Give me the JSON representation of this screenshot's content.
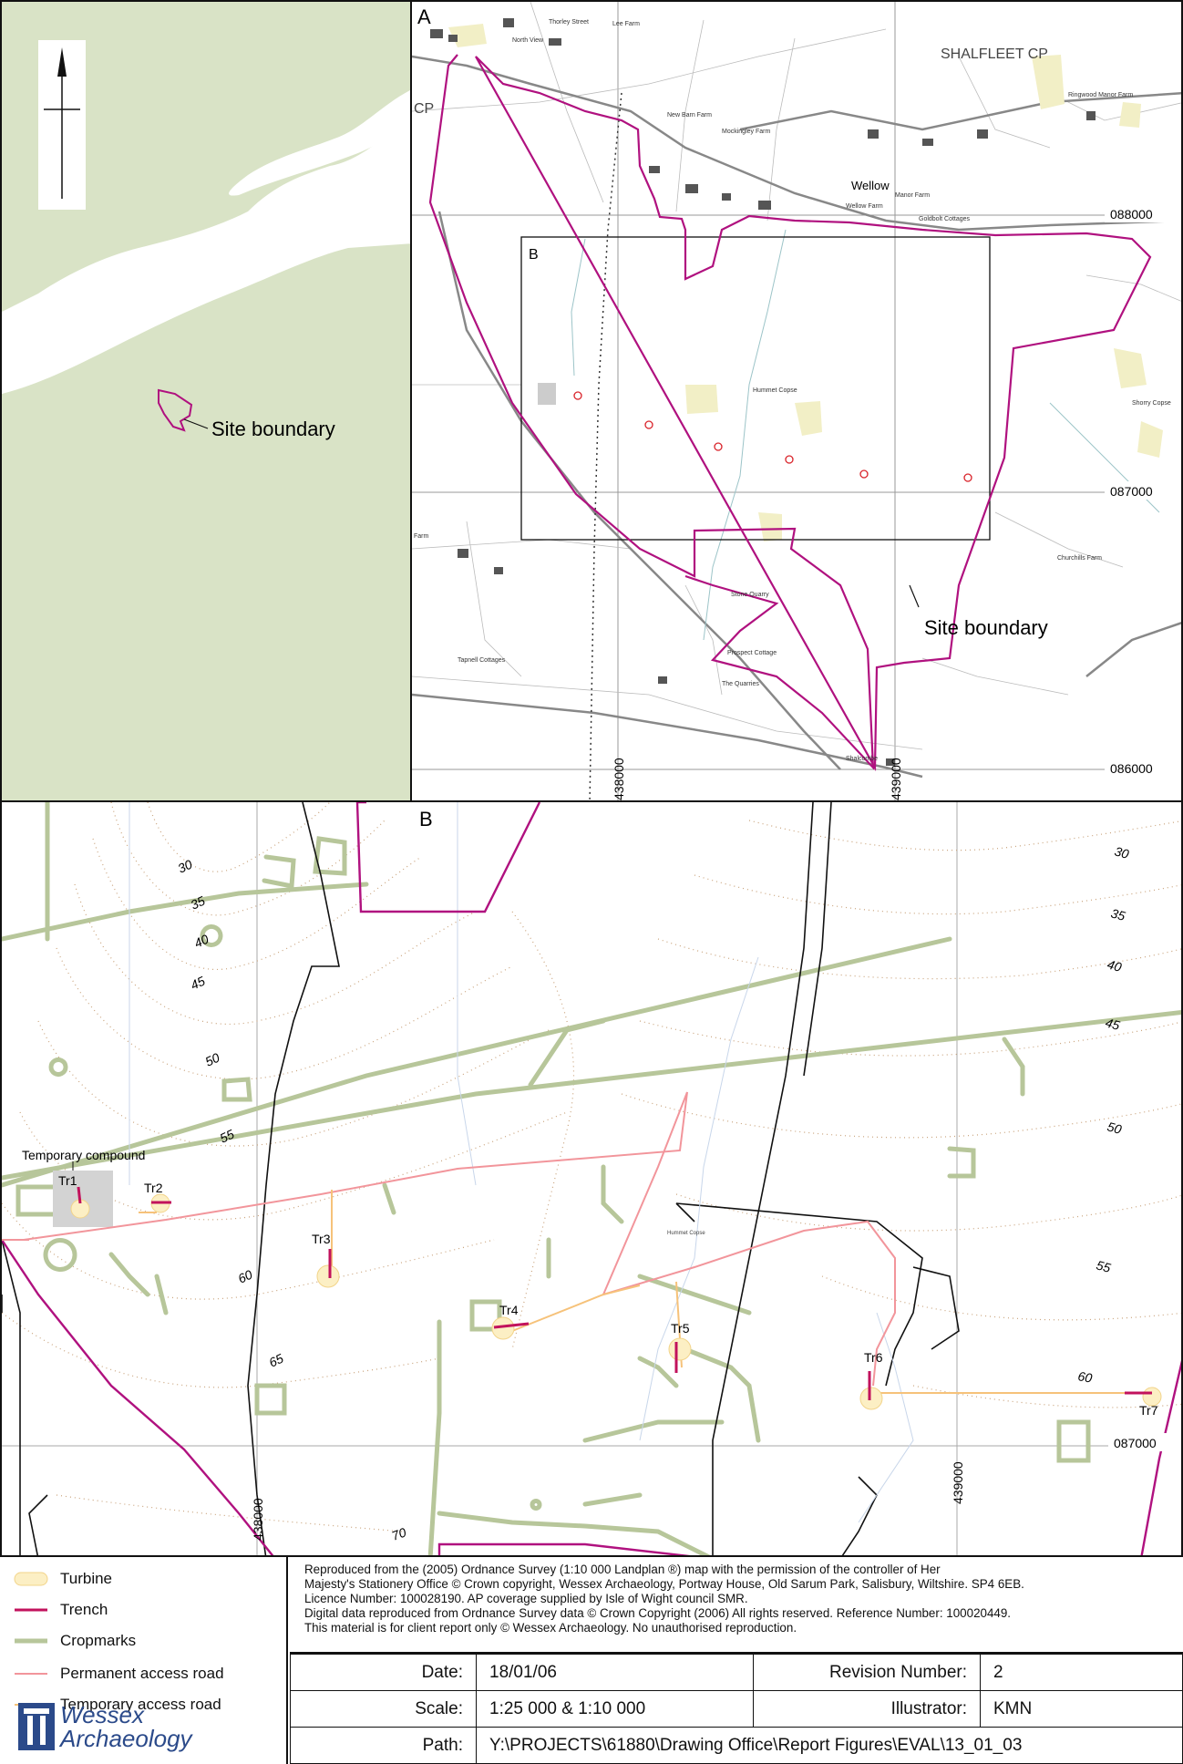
{
  "overview": {
    "site_label": "Site boundary",
    "colors": {
      "sea": "#ffffff",
      "land": "#d9e3c6",
      "boundary": "#b0117f"
    }
  },
  "panel_a": {
    "letter": "A",
    "inset_letter": "B",
    "parish_label": "SHALFLEET CP",
    "parish_partial": "CP",
    "village_label": "Wellow",
    "site_label": "Site boundary",
    "northings": [
      "088000",
      "087000",
      "086000"
    ],
    "eastings": [
      "438000",
      "439000"
    ],
    "place_labels": [
      "Thorley Street",
      "Lee Farm",
      "North View",
      "New Barn Farm",
      "Mockingley Farm",
      "Wellow Farm",
      "Manor Farm",
      "Goldbolt Cottages",
      "Ringwood Manor Farm",
      "Hummet Copse",
      "Stone Quarry",
      "Prospect Cottage",
      "The Quarries",
      "Shalcombe",
      "Churchills Farm",
      "Shorry Copse",
      "Tapnell Cottages",
      "Farm"
    ]
  },
  "panel_b": {
    "letter": "B",
    "compound_label": "Temporary compound",
    "contour_labels": [
      "30",
      "35",
      "40",
      "45",
      "50",
      "55",
      "60",
      "65",
      "70",
      "30",
      "35",
      "40",
      "45",
      "50",
      "55",
      "60"
    ],
    "trenches": [
      "Tr1",
      "Tr2",
      "Tr3",
      "Tr4",
      "Tr5",
      "Tr6",
      "Tr7"
    ],
    "northing": "087000",
    "eastings": [
      "438000",
      "439000"
    ],
    "copse_label": "Hummet Copse"
  },
  "legend": {
    "items": [
      {
        "label": "Turbine",
        "color": "#f7e2a8"
      },
      {
        "label": "Trench",
        "color": "#c2125c"
      },
      {
        "label": "Cropmarks",
        "color": "#b7c69a"
      },
      {
        "label": "Permanent access road",
        "color": "#f2959b"
      },
      {
        "label": "Temporary access road",
        "color": "#f6c27a"
      }
    ]
  },
  "credits": [
    "Reproduced from the (2005) Ordnance Survey (1:10 000 Landplan ®) map with the permission of the controller of Her",
    "Majesty's Stationery Office © Crown copyright, Wessex Archaeology, Portway House, Old Sarum Park, Salisbury, Wiltshire. SP4 6EB.",
    "Licence Number: 100028190. AP coverage supplied by Isle of Wight council SMR.",
    "Digital data reproduced from Ordnance Survey data © Crown Copyright (2006) All rights reserved. Reference Number: 100020449.",
    "This material is for client report only © Wessex Archaeology. No unauthorised reproduction."
  ],
  "info": {
    "date_label": "Date:",
    "date": "18/01/06",
    "revision_label": "Revision Number:",
    "revision": "2",
    "scale_label": "Scale:",
    "scale": "1:25 000 & 1:10 000",
    "illustrator_label": "Illustrator:",
    "illustrator": "KMN",
    "path_label": "Path:",
    "path": "Y:\\PROJECTS\\61880\\Drawing Office\\Report Figures\\EVAL\\13_01_03"
  },
  "logo": {
    "line1": "Wessex",
    "line2": "Archaeology"
  }
}
